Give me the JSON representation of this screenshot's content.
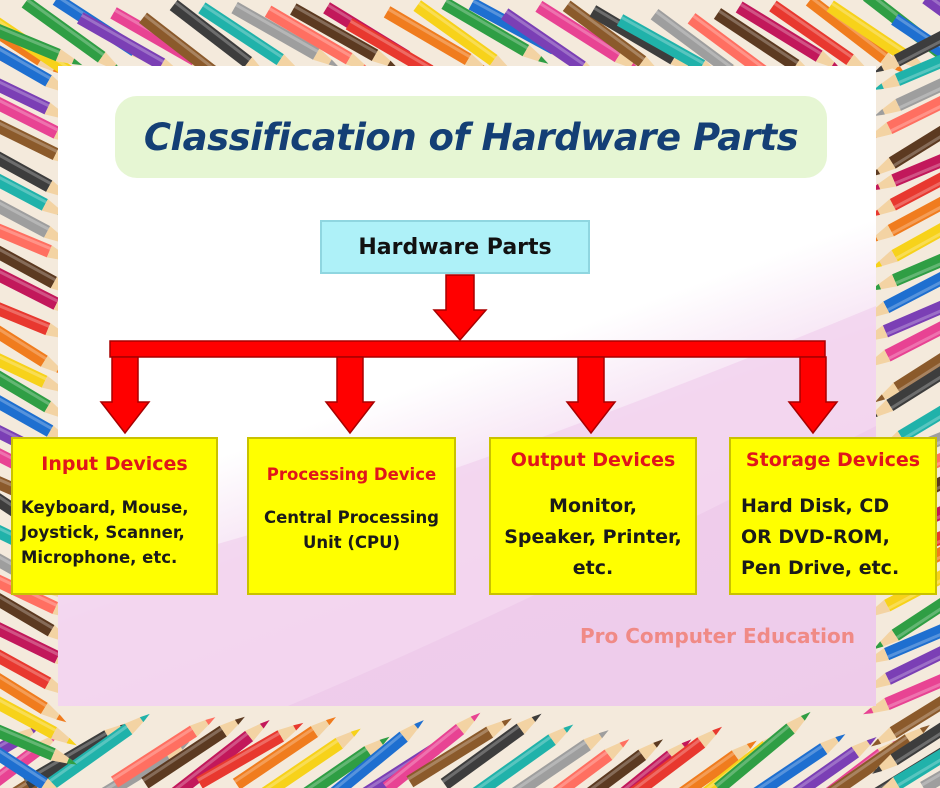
{
  "title": "Classification of Hardware Parts",
  "root": {
    "label": "Hardware Parts"
  },
  "nodes": [
    {
      "title": "Input Devices",
      "body": "Keyboard, Mouse,\nJoystick, Scanner,\nMicrophone, etc."
    },
    {
      "title": "Processing Device",
      "body": "Central Processing\nUnit (CPU)"
    },
    {
      "title": "Output Devices",
      "body": "Monitor,\nSpeaker, Printer,\netc."
    },
    {
      "title": "Storage Devices",
      "body": "Hard Disk, CD\nOR DVD-ROM,\nPen Drive, etc."
    }
  ],
  "credit": "Pro Computer Education",
  "colors": {
    "title": "#143f75",
    "title_background": "#e6f6d3",
    "root_box": "#aef1f8",
    "node_box": "#ffff00",
    "node_title": "#e0161b",
    "arrow": "#ff0000",
    "credit": "#f08a86"
  },
  "decoration": {
    "border": "colored-pencils-icon"
  }
}
